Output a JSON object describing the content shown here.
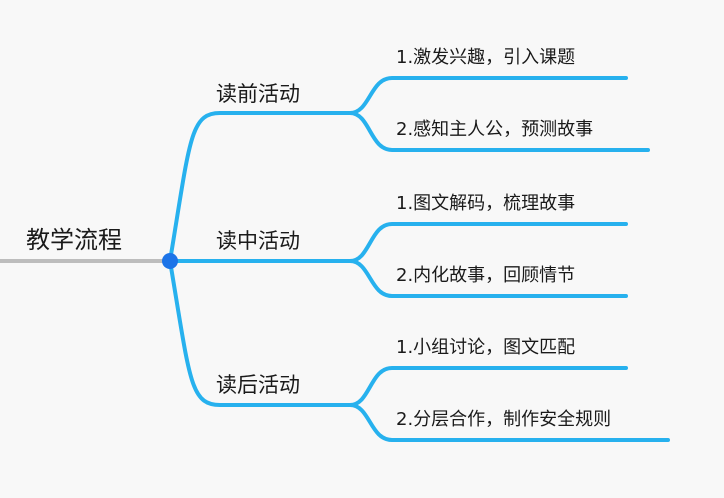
{
  "root": {
    "label": "教学流程"
  },
  "stages": [
    {
      "label": "读前活动",
      "steps": [
        "1.激发兴趣，引入课题",
        "2.感知主人公，预测故事"
      ]
    },
    {
      "label": "读中活动",
      "steps": [
        "1.图文解码，梳理故事",
        "2.内化故事，回顾情节"
      ]
    },
    {
      "label": "读后活动",
      "steps": [
        "1.小组讨论，图文匹配",
        "2.分层合作，制作安全规则"
      ]
    }
  ],
  "colors": {
    "branch": "#27b1ee",
    "hub": "#1c74e8",
    "root_line": "#bdbdbd"
  }
}
